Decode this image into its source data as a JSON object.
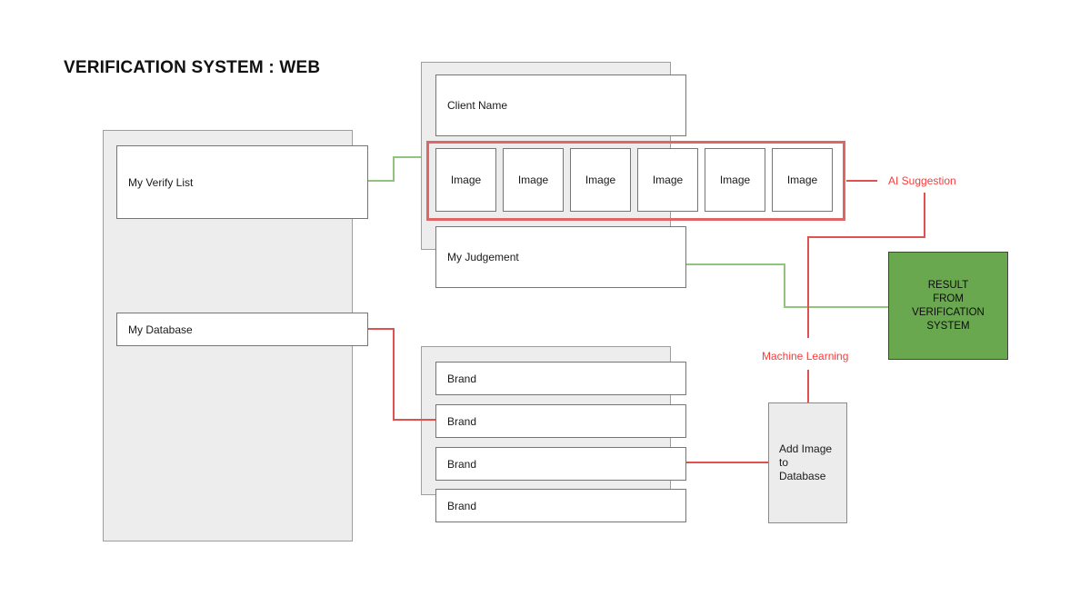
{
  "title": "VERIFICATION SYSTEM : WEB",
  "left_panel": {
    "verify_list": "My Verify List",
    "database": "My Database"
  },
  "client_panel": {
    "client_name": "Client Name",
    "images": [
      "Image",
      "Image",
      "Image",
      "Image",
      "Image",
      "Image"
    ],
    "judgement": "My Judgement"
  },
  "brand_panel": {
    "brands": [
      "Brand",
      "Brand",
      "Brand",
      "Brand"
    ]
  },
  "add_image_box": {
    "label": "Add Image\nto\nDatabase"
  },
  "result_box": {
    "label": "RESULT\nFROM\nVERIFICATION\nSYSTEM"
  },
  "annotations": {
    "ai_suggestion": "AI Suggestion",
    "machine_learning": "Machine Learning"
  },
  "colors": {
    "red_frame": "#e06666",
    "red_line": "#e05252",
    "red_text": "#f93b3b",
    "green_line": "#93c47e",
    "green_fill": "#6aa84f",
    "panel_gray": "#ededed"
  }
}
